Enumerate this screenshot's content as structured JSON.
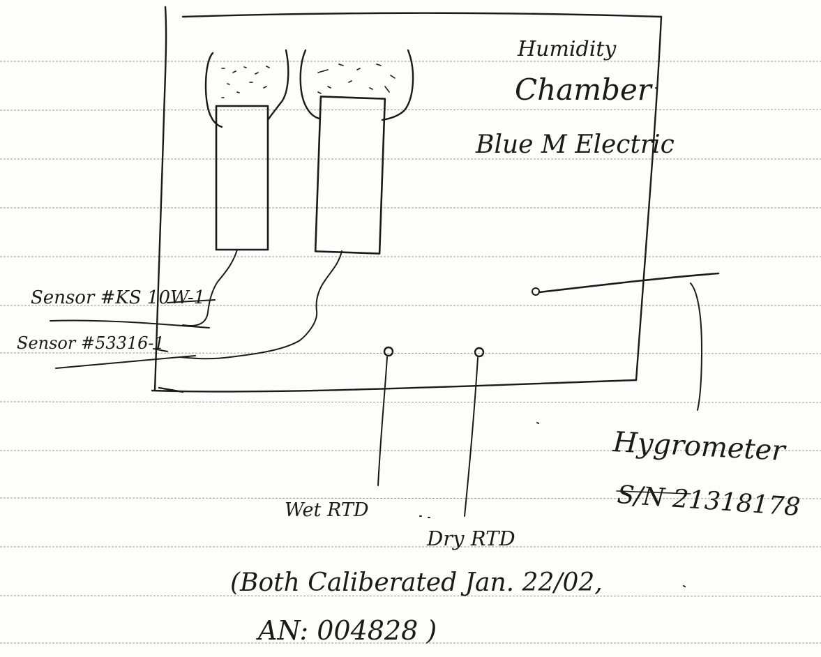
{
  "labels": {
    "humidity": "Humidity",
    "chamber": "Chamber",
    "brand": "Blue M Electric",
    "sensor_1": "Sensor #KS 10W-1",
    "sensor_2": "Sensor #53316-1",
    "hygrometer": "Hygrometer",
    "hygrometer_serial": "S/N 21318178",
    "wet_rtd": "Wet RTD",
    "dry_rtd": "Dry RTD",
    "calibration_note_line1": "(Both Caliberated Jan. 22/02,",
    "calibration_note_line2": "AN: 004828 )"
  },
  "colors": {
    "ink": "#1a1a1a",
    "rule_line": "#9a9a9a",
    "paper": "#fdfdfc"
  }
}
